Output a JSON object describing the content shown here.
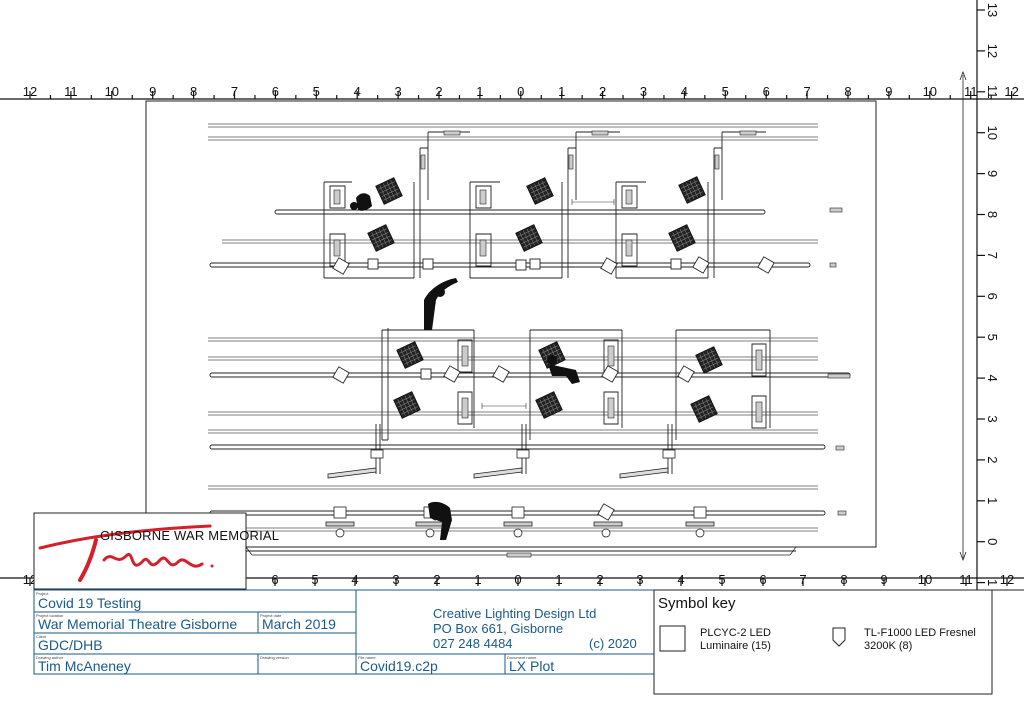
{
  "ruler": {
    "top_labels": [
      "12",
      "11",
      "10",
      "9",
      "8",
      "7",
      "6",
      "5",
      "4",
      "3",
      "2",
      "1",
      "0",
      "1",
      "2",
      "3",
      "4",
      "5",
      "6",
      "7",
      "8",
      "9",
      "10",
      "11",
      "12"
    ],
    "bottom_labels": [
      "12",
      "6",
      "5",
      "4",
      "3",
      "2",
      "1",
      "0",
      "1",
      "2",
      "3",
      "4",
      "5",
      "6",
      "7",
      "8",
      "9",
      "10",
      "11",
      "12"
    ],
    "right_labels": [
      "13",
      "12",
      "11",
      "10",
      "9",
      "8",
      "7",
      "6",
      "5",
      "4",
      "3",
      "2",
      "1",
      "0",
      "1"
    ]
  },
  "logo": {
    "line1": "GISBORNE WAR MEMORIAL",
    "word": "Theatre"
  },
  "title_block": {
    "project": "Covid 19 Testing",
    "location": "War Memorial Theatre Gisborne",
    "date": "March 2019",
    "client": "GDC/DHB",
    "author": "Tim McAneney",
    "file_name": "Covid19.c2p",
    "document_name": "LX Plot",
    "company_name": "Creative Lighting Design Ltd",
    "company_address": "PO Box 661, Gisborne",
    "company_phone": "027 248 4484",
    "copyright": "(c) 2020",
    "captions": {
      "project": "Project",
      "location": "Project location",
      "date": "Project date",
      "client": "Client",
      "author": "Drawing author",
      "version": "Drawing version",
      "file": "File name",
      "document": "Document name"
    }
  },
  "symbol_key": {
    "title": "Symbol key",
    "items": [
      {
        "label": "PLCYC-2 LED\nLuminaire (15)",
        "icon": "square-luminaire-icon"
      },
      {
        "label": "TL-F1000 LED Fresnel\n3200K (8)",
        "icon": "fresnel-icon"
      }
    ]
  }
}
